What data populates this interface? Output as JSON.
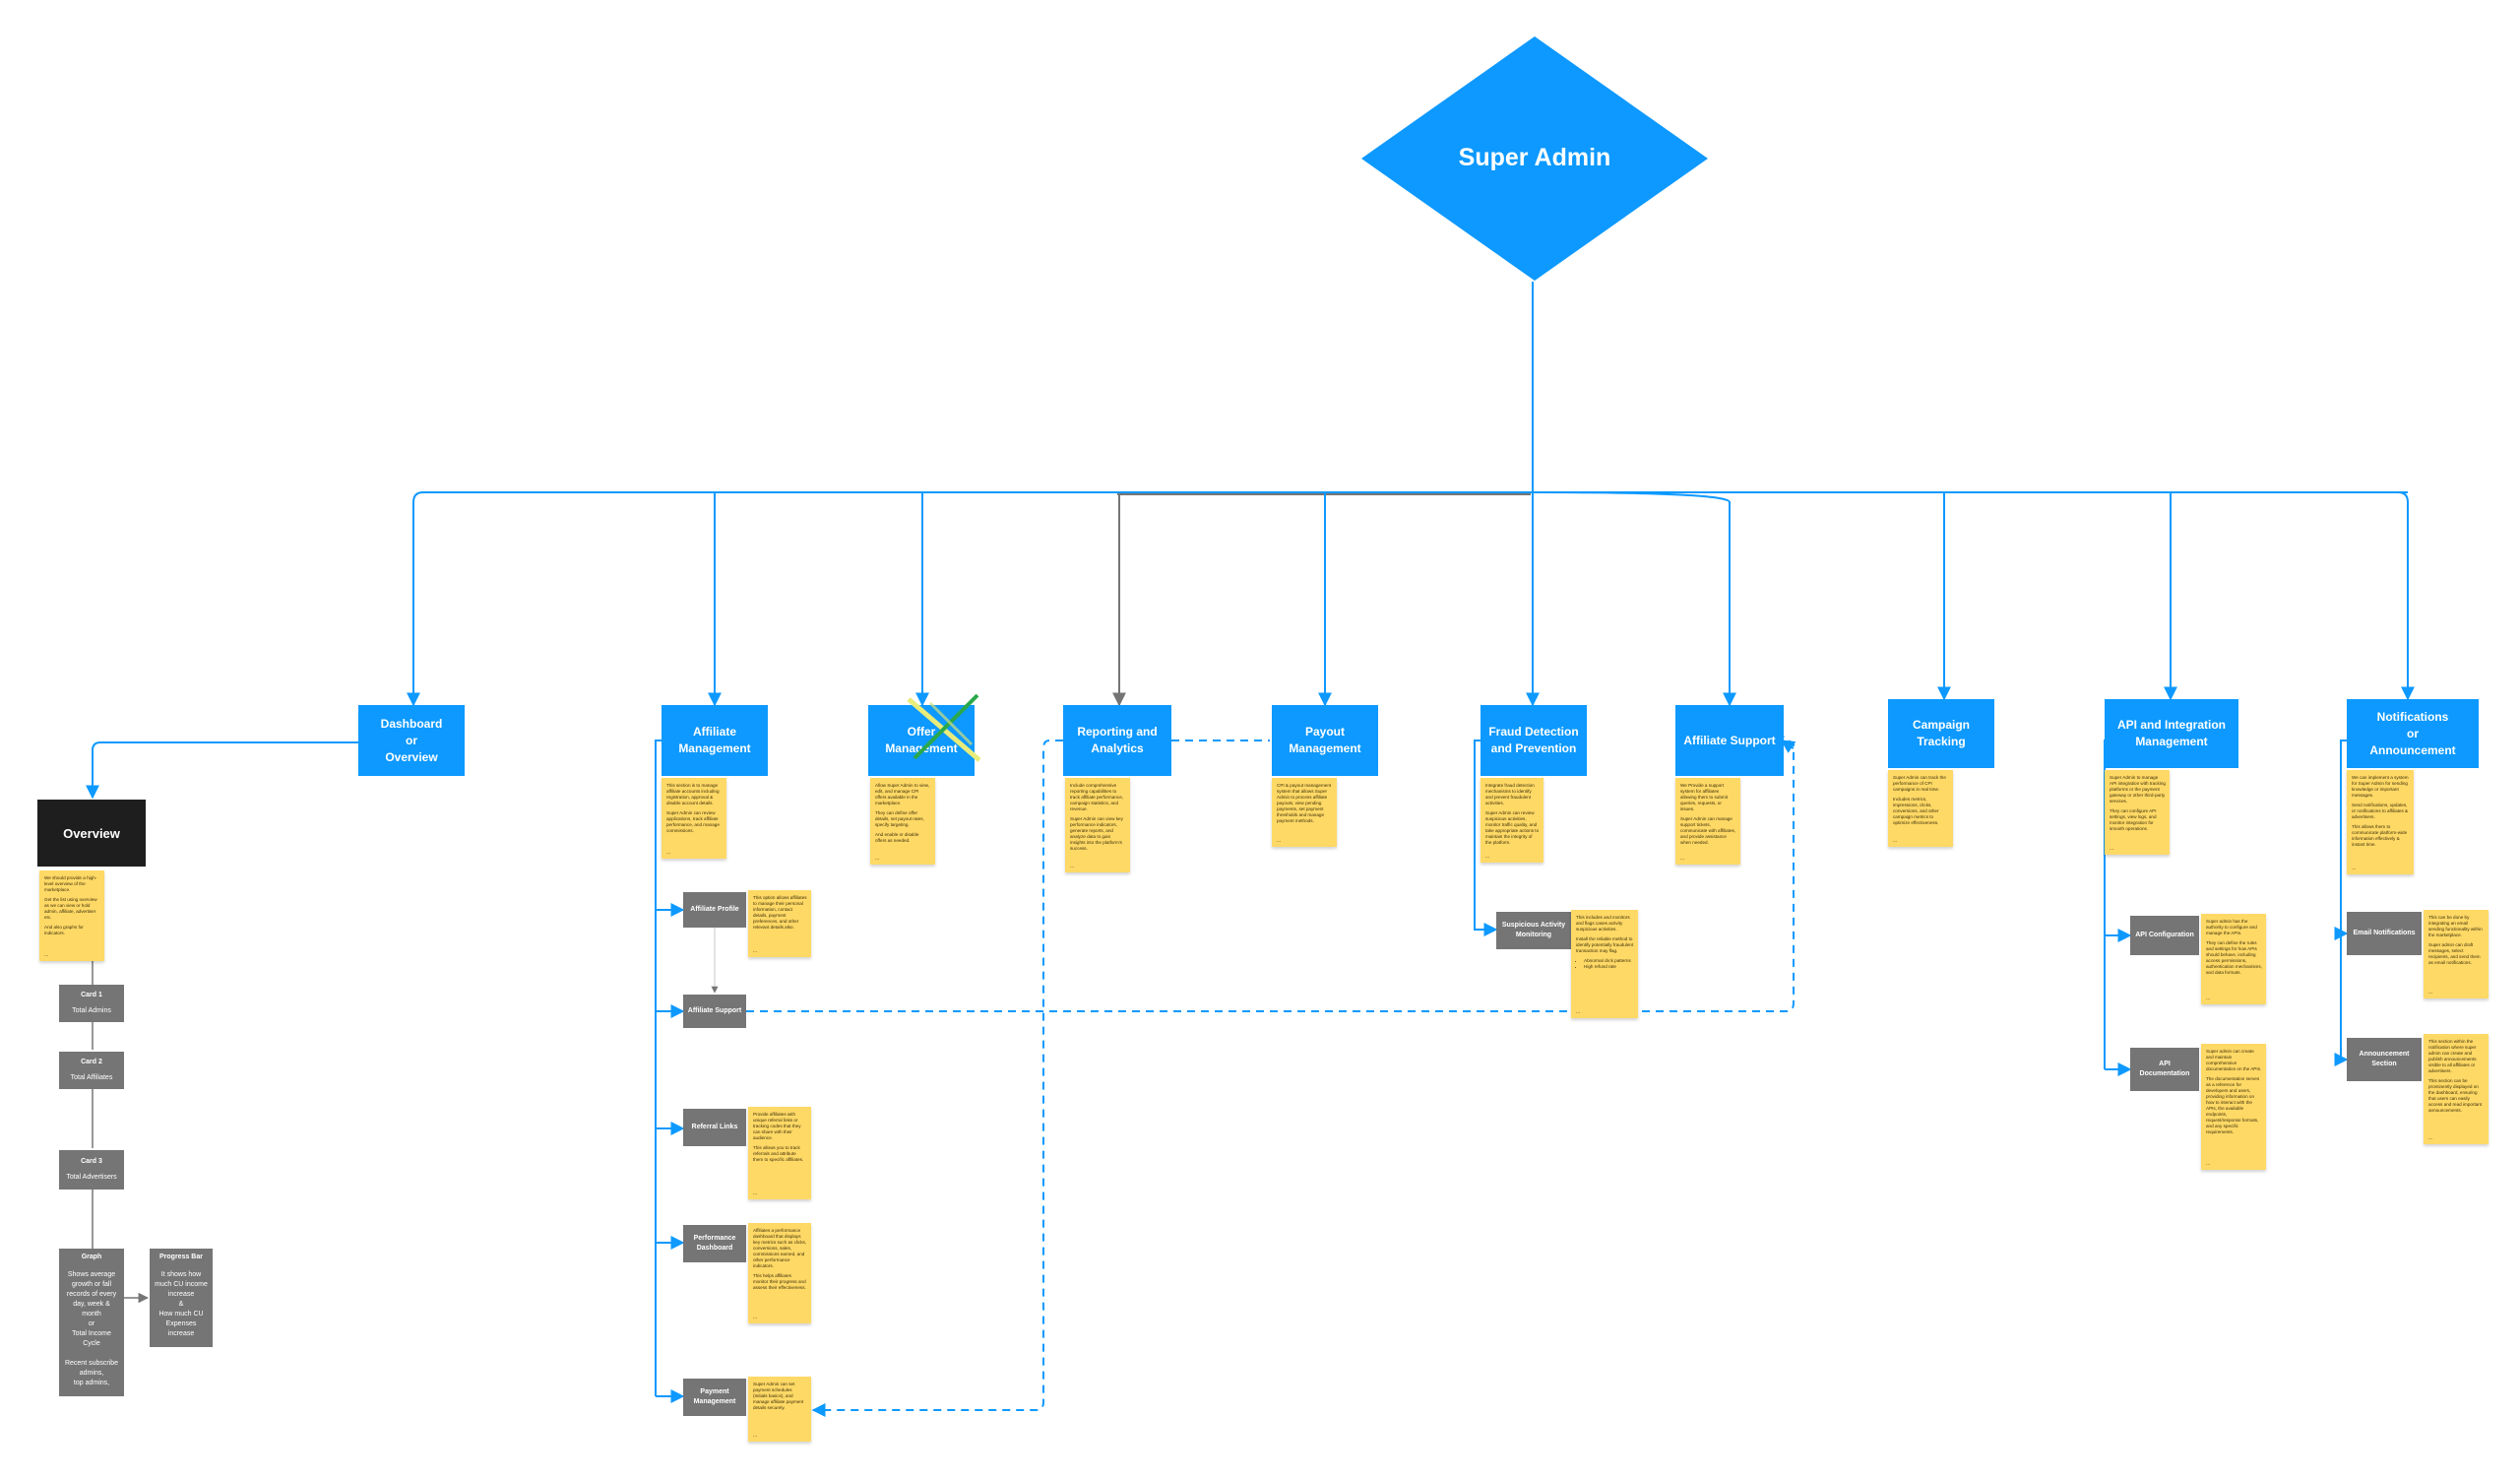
{
  "root": {
    "label": "Super Admin"
  },
  "sections": {
    "dashboard": "Dashboard\nor\nOverview",
    "affiliate_management": "Affiliate\nManagement",
    "offer_management": "Offer\nManagement",
    "reporting": "Reporting and\nAnalytics",
    "payout": "Payout\nManagement",
    "fraud": "Fraud Detection\nand Prevention",
    "affiliate_support": "Affiliate Support",
    "campaign": "Campaign\nTracking",
    "api": "API and Integration\nManagement",
    "notifications": "Notifications\nor\nAnnouncement"
  },
  "overview": {
    "label": "Overview",
    "note": [
      "We should provide a high-level overview of the marketplace.",
      "Get the list using overview as we can view or hold admin, affiliate, advertiser etc.",
      "And also graphs for indicators."
    ],
    "cards": [
      {
        "title": "Card 1",
        "sub": "Total Admins"
      },
      {
        "title": "Card 2",
        "sub": "Total Affiliates"
      },
      {
        "title": "Card 3",
        "sub": "Total Advertisers"
      }
    ],
    "graph": {
      "title": "Graph",
      "body": "Shows average growth or fall\nrecords of every day, week & month\nor\nTotal Income Cycle\n\nRecent subscribe admins,\ntop admins,"
    },
    "progress": {
      "title": "Progress Bar",
      "body": "It shows how much CU income increase\n&\nHow much CU Expenses increase"
    }
  },
  "affiliate_management": {
    "note": [
      "This section is to manage affiliate accounts including registration, approval & disable account details.",
      "Super Admin can review applications, track affiliate performance, and manage commissions."
    ],
    "children": [
      {
        "label": "Affiliate Profile",
        "note": [
          "This option allows affiliates to manage their personal information, contact details, payment preferences, and other relevant details also."
        ]
      },
      {
        "label": "Affiliate Support",
        "note": []
      },
      {
        "label": "Referral Links",
        "note": [
          "Provide affiliates with unique referral links or tracking codes that they can share with their audience.",
          "This allows you to track referrals and attribute them to specific affiliates."
        ]
      },
      {
        "label": "Performance Dashboard",
        "note": [
          "Affiliates a performance dashboard that displays key metrics such as clicks, conversions, sales, commissions earned, and other performance indicators.",
          "This helps affiliates monitor their progress and assess their effectiveness."
        ]
      },
      {
        "label": "Payment Management",
        "note": [
          "Super Admin can set payment schedules (Initials basics), and manage affiliate payment details securely."
        ]
      }
    ]
  },
  "offer_management": {
    "note": [
      "Allow Super Admin to view, edit, and manage CPI offers available in the marketplace.",
      "They can define offer details, set payout rates, specify targeting.",
      "And enable or disable offers as needed."
    ]
  },
  "reporting": {
    "note": [
      "Include comprehensive reporting capabilities to track affiliate performance, campaign statistics, and revenue.",
      "Super Admin can view key performance indicators, generate reports, and analyze data to gain insights into the platform's success."
    ]
  },
  "payout": {
    "note": [
      "CPI & payout management system that allows Super Admin to process affiliate payouts, view pending payments, set payment thresholds and manage payment methods."
    ]
  },
  "fraud": {
    "note": [
      "Integrate fraud detection mechanisms to identify and prevent fraudulent activities.",
      "Super Admin can review suspicious activities, monitor traffic quality, and take appropriate actions to maintain the integrity of the platform."
    ],
    "child": {
      "label": "Suspicious Activity Monitoring",
      "note": [
        "This includes and monitors and flags cases activity suspicious activities.",
        "Install the reliable method to identify potentially fraudulent transaction may flag."
      ],
      "bullets": [
        "Abnormal click patterns",
        "High refund rate"
      ]
    }
  },
  "affiliate_support": {
    "note": [
      "We Provide a support system for affiliates allowing them to submit queries, requests, or issues.",
      "Super Admin can manage support tickets, communicate with affiliates, and provide assistance when needed."
    ]
  },
  "campaign": {
    "note": [
      "Super Admin can track the performance of CPI campaigns in real time.",
      "Includes metrics, impressions, clicks, conversions, and other campaign metrics to optimize effectiveness."
    ]
  },
  "api": {
    "note": [
      "Super Admin to manage API integration with tracking platforms or the payment gateway or other third-party services.",
      "They can configure API settings, view logs, and monitor integration for smooth operations."
    ],
    "children": [
      {
        "label": "API Configuration",
        "note": [
          "Super admin has the authority to configure and manage the APIs.",
          "They can define the rules and settings for how APIs should behave, including access permissions, authentication mechanisms, and data formats."
        ]
      },
      {
        "label": "API Documentation",
        "note": [
          "Super admin can create and maintain comprehensive documentation on the APIs.",
          "The documentation serves as a reference for developers and users, providing information on how to interact with the APIs, the available endpoints, request/response formats, and any specific requirements."
        ]
      }
    ]
  },
  "notifications": {
    "note": [
      "We can implement a system for Super Admin for sending knowledge or important messages.",
      "Send notifications, updates, or notifications to affiliates & advertisers.",
      "This allows them to communicate platform-wide information effectively & instant time."
    ],
    "children": [
      {
        "label": "Email Notifications",
        "note": [
          "This can be done by integrating an email sending functionality within the marketplace.",
          "Super admin can draft messages, select recipients, and send them as email notifications."
        ]
      },
      {
        "label": "Announcement Section",
        "note": [
          "This section within the notification where super admin can create and publish announcements visible to all affiliates or advertisers.",
          "This section can be prominently displayed on the dashboard, ensuring that users can easily access and read important announcements."
        ]
      }
    ]
  },
  "more_marker": "..."
}
